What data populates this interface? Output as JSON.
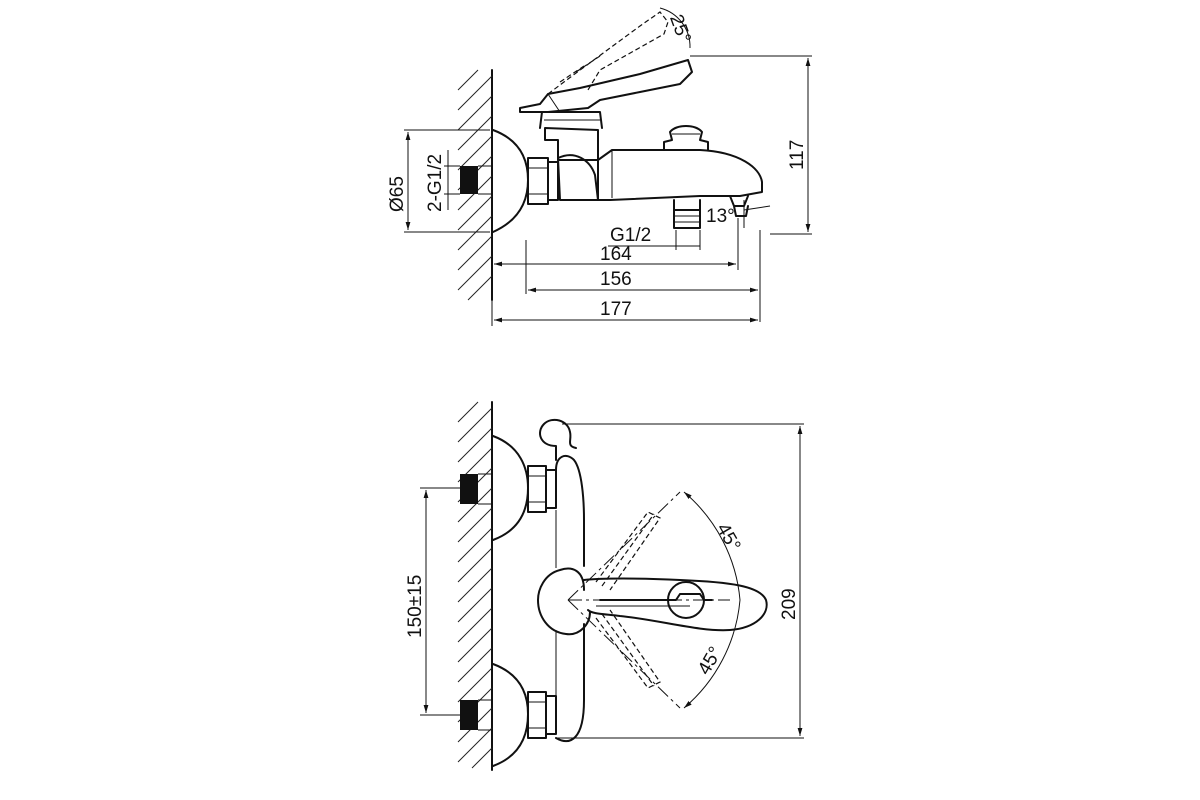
{
  "side_view": {
    "angle_lever": "25°",
    "angle_spout": "13°",
    "diameter": "Ø65",
    "inlet_thread": "2-G1/2",
    "outlet_thread": "G1/2",
    "height": "117",
    "len_164": "164",
    "len_156": "156",
    "len_177": "177"
  },
  "top_view": {
    "angle_upper": "45°",
    "angle_lower": "45°",
    "center_distance": "150±15",
    "total_height": "209"
  }
}
